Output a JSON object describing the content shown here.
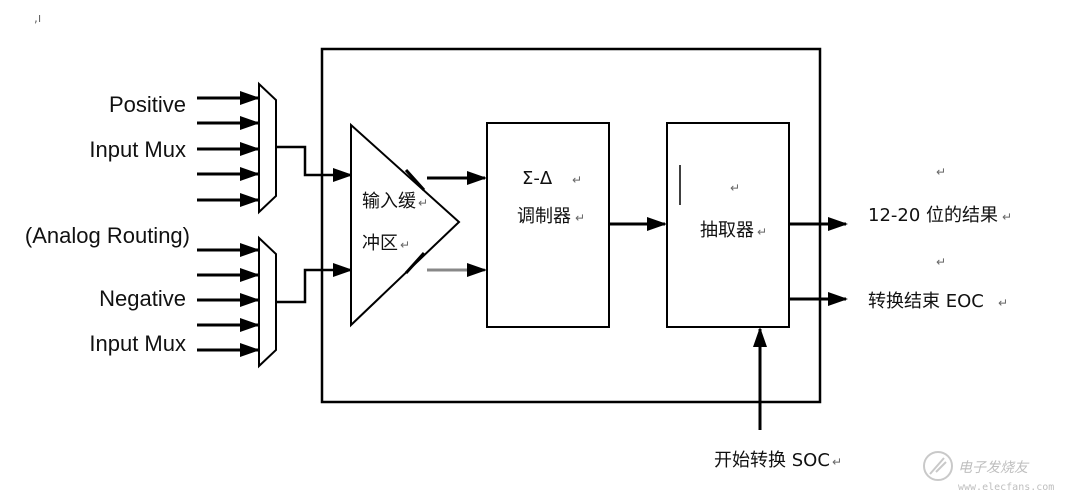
{
  "diagram": {
    "inputs": {
      "positive_line1": "Positive",
      "positive_line2": "Input Mux",
      "routing": "(Analog Routing)",
      "negative_line1": "Negative",
      "negative_line2": "Input Mux"
    },
    "buffer": {
      "line1": "输入缓",
      "line2": "冲区"
    },
    "modulator": {
      "line1": "Σ-Δ",
      "line2": "调制器"
    },
    "decimator": {
      "label": "抽取器"
    },
    "outputs": {
      "result": "12-20 位的结果",
      "eoc": "转换结束 EOC"
    },
    "trigger": {
      "soc": "开始转换 SOC"
    },
    "corner_mark": ",ı",
    "return_mark": "↵"
  },
  "watermark": {
    "brand": "电子发烧友",
    "url": "www.elecfans.com"
  },
  "colors": {
    "line": "#000000",
    "text": "#111111",
    "watermark": "#b8b8b8"
  }
}
